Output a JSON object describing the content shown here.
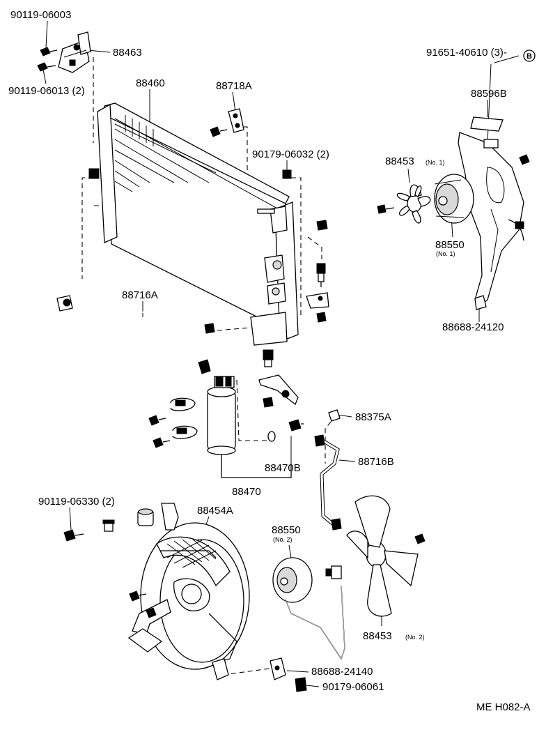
{
  "labels": {
    "p90119_06003": "90119-06003",
    "p88463": "88463",
    "p90119_06013": "90119-06013 (2)",
    "p88460": "88460",
    "p88718A": "88718A",
    "p91651": "91651-40610 (3)-",
    "pB": "B",
    "p88596B": "88596B",
    "p90179_06032": "90179-06032 (2)",
    "p88453_1": "88453",
    "p88453_1_sub": "(No. 1)",
    "p88550_1": "88550",
    "p88550_1_sub": "(No. 1)",
    "p88688_24120": "88688-24120",
    "p88716A": "88716A",
    "p88375A": "88375A",
    "p88716B": "88716B",
    "p88470B": "88470B",
    "p88470": "88470",
    "p90119_06330": "90119-06330 (2)",
    "p88454A": "88454A",
    "p88550_2": "88550",
    "p88550_2_sub": "(No. 2)",
    "p88453_2": "88453",
    "p88453_2_sub": "(No. 2)",
    "p88688_24140": "88688-24140",
    "p90179_06061": "90179-06061",
    "code": "ME H082-A"
  }
}
